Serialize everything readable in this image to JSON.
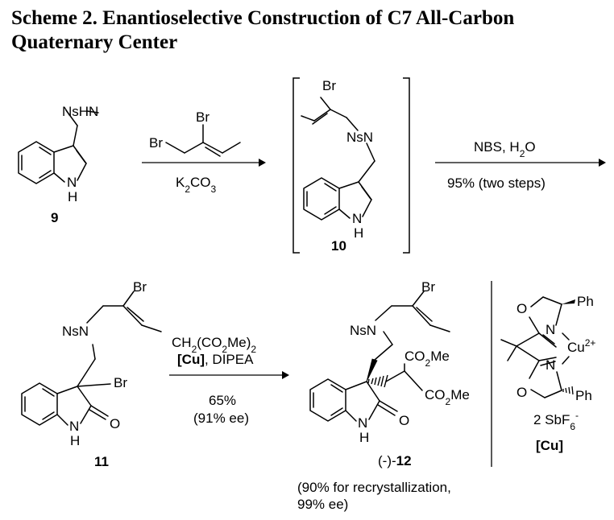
{
  "title": {
    "line1": "Scheme 2. Enantioselective Construction of C7 All-Carbon",
    "line2": "Quaternary Center"
  },
  "atoms": {
    "nshn": "NsHN",
    "nsn": "NsN",
    "br": "Br",
    "h": "H",
    "n": "N",
    "o": "O",
    "ph": "Ph",
    "cu": "Cu",
    "cu_charge": "2+",
    "co2me_a": "CO",
    "co2me_sub": "2",
    "co2me_b": "Me"
  },
  "compounds": {
    "c9": "9",
    "c10": "10",
    "c11": "11",
    "c12_prefix": "(-)-",
    "c12": "12"
  },
  "arrow1": {
    "below_a": "K",
    "below_sub": "2",
    "below_b": "CO",
    "below_sub2": "3"
  },
  "arrow2": {
    "above_a": "NBS, H",
    "above_sub": "2",
    "above_b": "O",
    "below": "95% (two steps)"
  },
  "arrow3": {
    "above1_a": "CH",
    "above1_sub1": "2",
    "above1_b": "(CO",
    "above1_sub2": "2",
    "above1_c": "Me)",
    "above1_sub3": "2",
    "above2_cu": "[Cu]",
    "above2_rest": ", DIPEA",
    "below1": "65%",
    "below2": "(91% ee)"
  },
  "recryst": {
    "line1": "(90% for recrystallization,",
    "line2": "99% ee)"
  },
  "catalyst": {
    "counterion_a": "2 SbF",
    "counterion_sub": "6",
    "counterion_sup": "-",
    "label": "[Cu]"
  }
}
